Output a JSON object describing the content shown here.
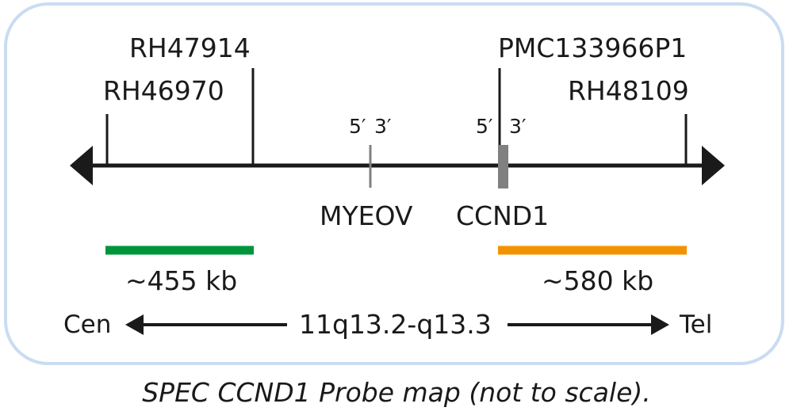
{
  "markers": {
    "rh47914": "RH47914",
    "rh46970": "RH46970",
    "pmc133966p1": "PMC133966P1",
    "rh48109": "RH48109"
  },
  "genes": {
    "myeov": {
      "label": "MYEOV",
      "five_prime": "5′",
      "three_prime": "3′"
    },
    "ccnd1": {
      "label": "CCND1",
      "five_prime": "5′",
      "three_prime": "3′"
    }
  },
  "probes": {
    "green": {
      "label": "~455 kb",
      "color": "#00953b"
    },
    "orange": {
      "label": "~580 kb",
      "color": "#f39200"
    }
  },
  "orientation": {
    "left": "Cen",
    "band": "11q13.2-q13.3",
    "right": "Tel"
  },
  "caption": "SPEC CCND1 Probe map (not to scale).",
  "colors": {
    "frame": "#c9dcf2",
    "line": "#1a1a1a",
    "myeov_tick": "#808080",
    "ccnd1_block": "#808080"
  }
}
